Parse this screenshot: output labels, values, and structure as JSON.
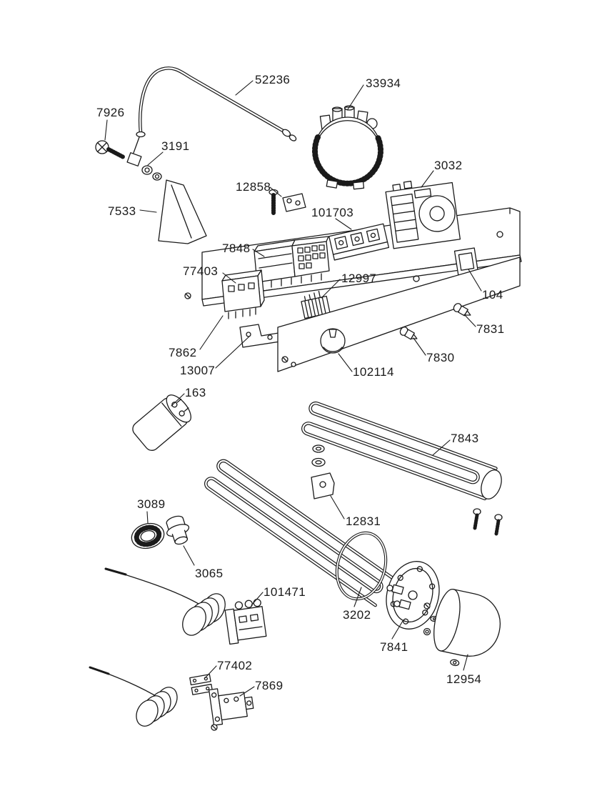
{
  "diagram": {
    "background_color": "#ffffff",
    "line_color": "#1a1a1a"
  },
  "parts": [
    {
      "number": "52236"
    },
    {
      "number": "33934"
    },
    {
      "number": "7926"
    },
    {
      "number": "3191"
    },
    {
      "number": "12858"
    },
    {
      "number": "101703"
    },
    {
      "number": "3032"
    },
    {
      "number": "7533"
    },
    {
      "number": "7848"
    },
    {
      "number": "77403"
    },
    {
      "number": "12997"
    },
    {
      "number": "104"
    },
    {
      "number": "7831"
    },
    {
      "number": "7830"
    },
    {
      "number": "7862"
    },
    {
      "number": "13007"
    },
    {
      "number": "102114"
    },
    {
      "number": "163"
    },
    {
      "number": "7843"
    },
    {
      "number": "12831"
    },
    {
      "number": "3089"
    },
    {
      "number": "3065"
    },
    {
      "number": "101471"
    },
    {
      "number": "3202"
    },
    {
      "number": "7841"
    },
    {
      "number": "12954"
    },
    {
      "number": "77402"
    },
    {
      "number": "7869"
    }
  ]
}
